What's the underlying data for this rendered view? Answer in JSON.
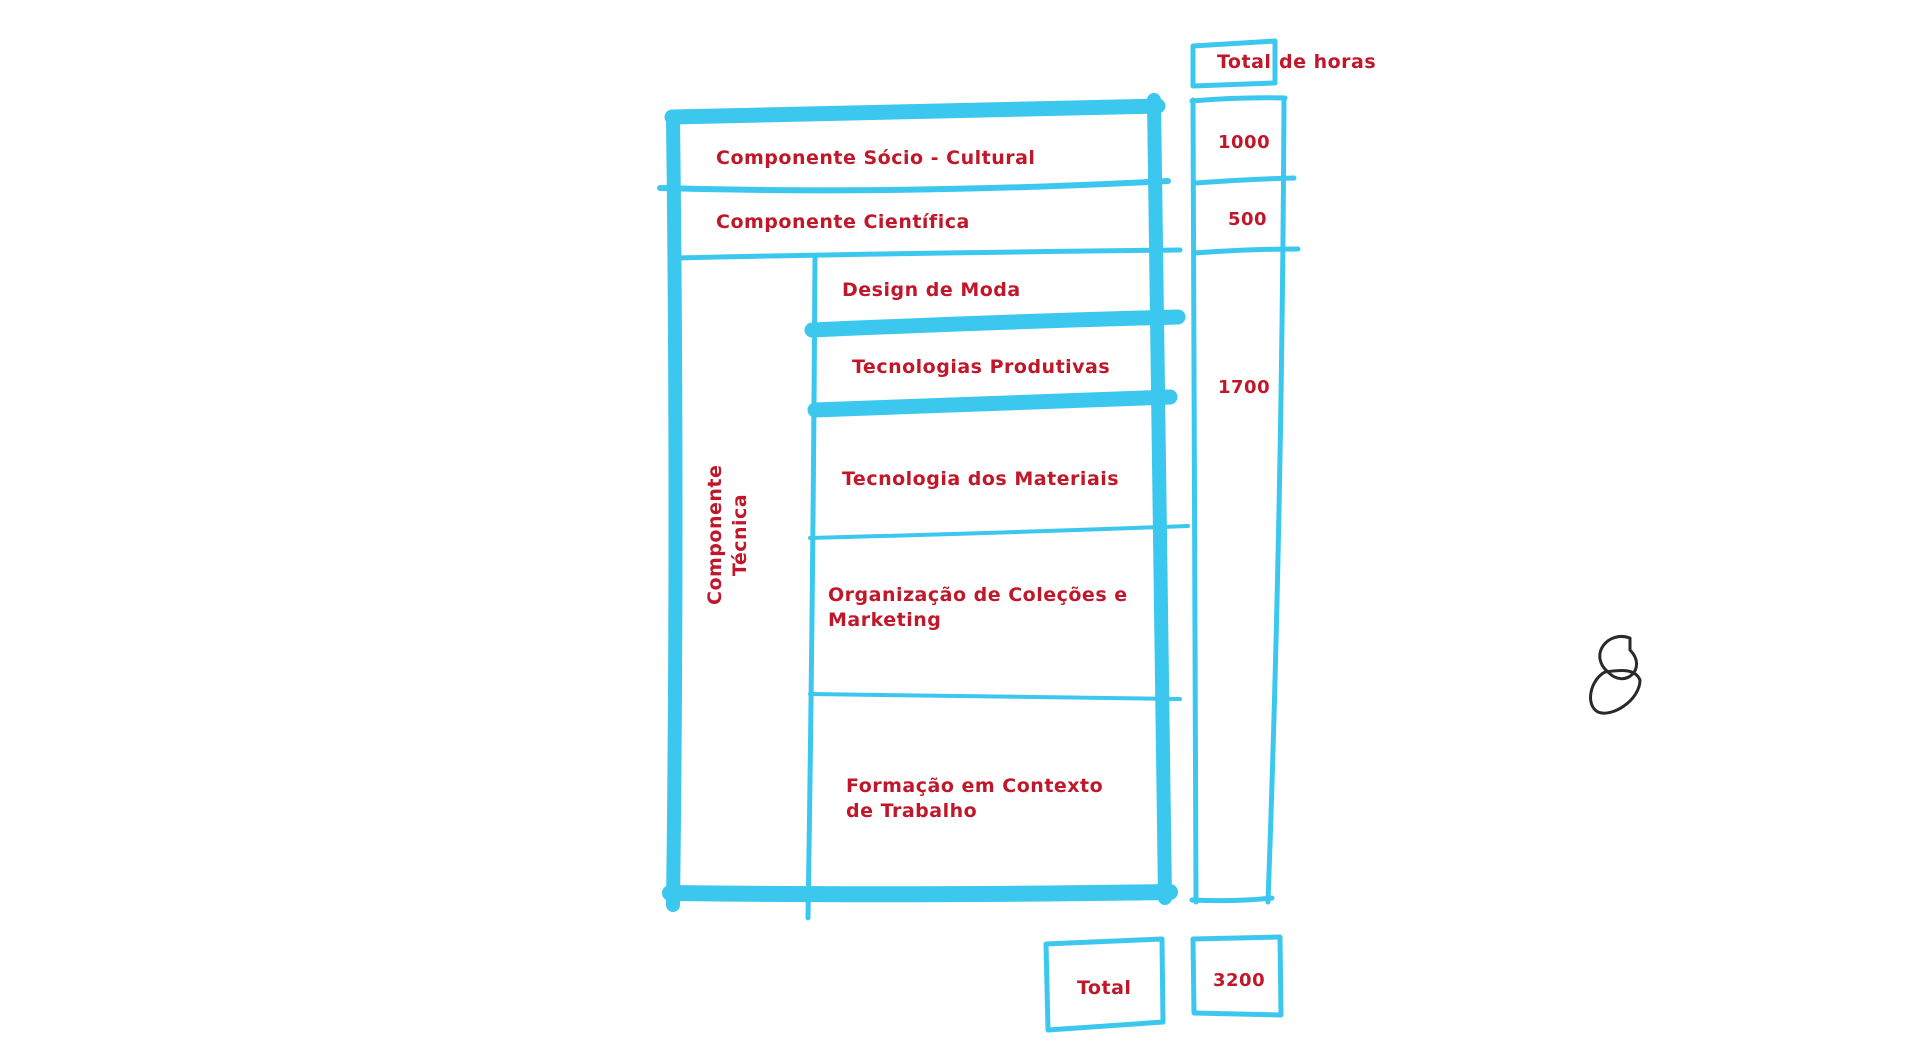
{
  "header": {
    "total_de_horas_part1": "Total",
    "total_de_horas_part2": "de horas"
  },
  "rows": [
    {
      "label": "Componente Sócio - Cultural",
      "hours": "1000"
    },
    {
      "label": "Componente Científica",
      "hours": "500"
    }
  ],
  "technical": {
    "group_label_line1": "Componente",
    "group_label_line2": "Técnica",
    "hours": "1700",
    "subjects": [
      "Design de Moda",
      "Tecnologias Produtivas",
      "Tecnologia dos Materiais",
      "Organização de Coleções e Marketing",
      "Formação em Contexto de Trabalho"
    ]
  },
  "footer": {
    "total_label": "Total",
    "total_hours": "3200"
  },
  "colors": {
    "marker_blue": "#3cc8ee",
    "text_red": "#c0182a",
    "ink": "#2a2a2a"
  },
  "icons": {
    "corner_doodle": "figure-eight-scribble"
  }
}
